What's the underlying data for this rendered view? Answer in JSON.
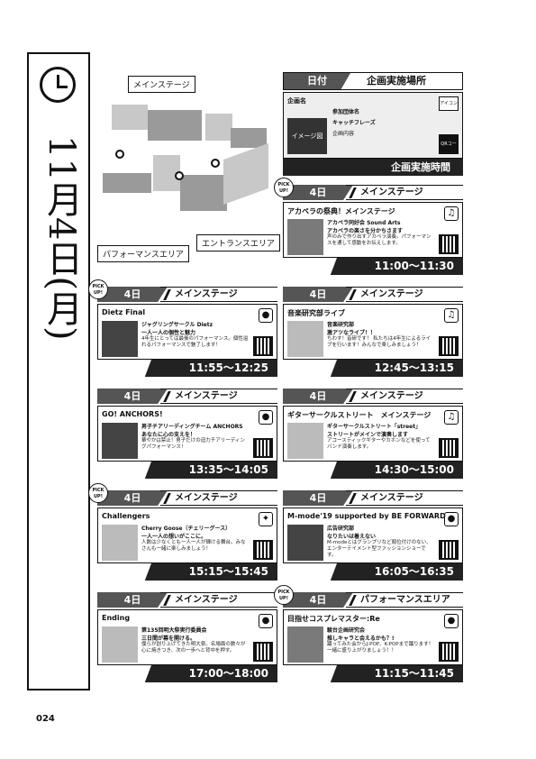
{
  "side": {
    "date": "11月4日(月)",
    "page_number": "024"
  },
  "map": {
    "labels": {
      "main": "メインステージ",
      "performance": "パフォーマンスエリア",
      "entrance": "エントランスエリア"
    }
  },
  "legend": {
    "date_label": "日付",
    "place_label": "企画実施場所",
    "name_label": "企画名",
    "org_label": "参加団体名",
    "catch_label": "キャッチフレーズ",
    "content_label": "企画内容",
    "image_label": "イメージ図",
    "icon_label": "アイコン",
    "qr_label": "QRコード",
    "time_label": "企画実施時間"
  },
  "pick_label": "PICK UP!",
  "cards": [
    {
      "day": "4日",
      "venue": "メインステージ",
      "title": "アカペラの祭典！メインステージ",
      "org": "アカペラ同好会 Sound Arts",
      "catch": "アカペラの楽さを分かちさます",
      "desc": "声のみで作り出すアカペラ演奏。パフォーマンスを通して感動をお伝えします。",
      "time": "11:00〜11:30",
      "icon": "♫",
      "pick": true
    },
    {
      "day": "4日",
      "venue": "メインステージ",
      "title": "Dietz Final",
      "org": "ジャグリングサークル Dietz",
      "catch": "一人一人の個性と魅力",
      "desc": "4年生にとっては最後のパフォーマンス。個性溢れるパフォーマンスで魅了します！",
      "time": "11:55〜12:25",
      "icon": "●",
      "pick": true
    },
    {
      "day": "4日",
      "venue": "メインステージ",
      "title": "音楽研究部ライブ",
      "org": "音楽研究部",
      "catch": "激アツなライブ！！",
      "desc": "ちわす！音研です！ 私たちは4年生によるライブを行います！みんなで楽しみましょう！",
      "time": "12:45〜13:15",
      "icon": "♫",
      "pick": false
    },
    {
      "day": "4日",
      "venue": "メインステージ",
      "title": "GO! ANCHORS!",
      "org": "男子チアリーディングチーム ANCHORS",
      "catch": "あなたに心の支えを！",
      "desc": "華やかは禁止！男子だけの迫力チアリーディングパフォーマンス！",
      "time": "13:35〜14:05",
      "icon": "●",
      "pick": false
    },
    {
      "day": "4日",
      "venue": "メインステージ",
      "title": "ギターサークルストリート　メインステージ",
      "org": "ギターサークルストリート「street」",
      "catch": "ストリートがメインで演奏します",
      "desc": "アコースティックギターやカホンなどを使ってバンド演奏します。",
      "time": "14:30〜15:00",
      "icon": "♫",
      "pick": false
    },
    {
      "day": "4日",
      "venue": "メインステージ",
      "title": "Challengers",
      "org": "Cherry Goose（チェリーグース）",
      "catch": "一人一人の想いがここに。",
      "desc": "人数は少なくとも一人一人が輝ける舞台。みなさんも一緒に楽しみましょう！",
      "time": "15:15〜15:45",
      "icon": "✦",
      "pick": true
    },
    {
      "day": "4日",
      "venue": "メインステージ",
      "title": "M-mode'19 supported by BE FORWARD",
      "org": "広告研究部",
      "catch": "なりたいは着えない",
      "desc": "M-modeとはグランプリなど順位付けのない、エンターテイメント型ファッションショーです。",
      "time": "16:05〜16:35",
      "icon": "●",
      "pick": false
    },
    {
      "day": "4日",
      "venue": "メインステージ",
      "title": "Ending",
      "org": "第135回明大祭実行委員会",
      "catch": "三日間が幕を開ける。",
      "desc": "僕らが創り上げてきた明大祭。名場面の数々が心に焼きつき、次の一歩へと背中を押す。",
      "time": "17:00〜18:00",
      "icon": "●",
      "pick": false
    },
    {
      "day": "4日",
      "venue": "パフォーマンスエリア",
      "title": "目指せコスプレマスター:Re",
      "org": "駿台企画研究会",
      "catch": "推しキャラと会えるかも？!",
      "desc": "踊ってみた会からJ-POP、K-POPまで踊ります！一緒に盛り上がりましょう！！",
      "time": "11:15〜11:45",
      "icon": "●",
      "pick": true
    }
  ]
}
